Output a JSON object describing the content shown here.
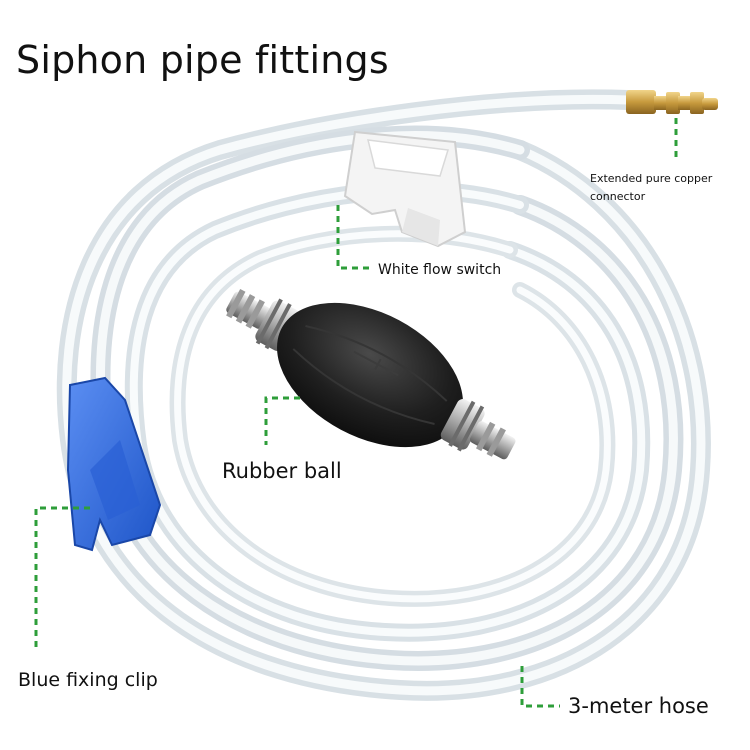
{
  "page": {
    "title": "Siphon pipe fittings"
  },
  "callouts": {
    "copper_line1": "Extended pure copper",
    "copper_line2": "connector",
    "switch": "White flow switch",
    "ball": "Rubber ball",
    "clip": "Blue fixing clip",
    "hose": "3-meter hose"
  },
  "colors": {
    "leader_green": "#2e9e3a",
    "clip_blue": "#2f6fe6",
    "bulb_black": "#1c1c1c",
    "brass": "#c9a24a",
    "hose_clear": "#dfe6ea"
  }
}
